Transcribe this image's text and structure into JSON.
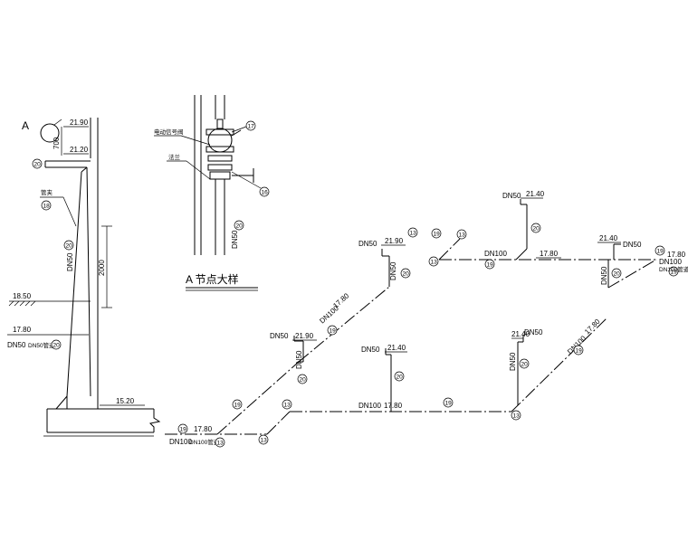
{
  "section": {
    "detail_marker": "A",
    "elev_top": "21.90",
    "elev_mid": "21.20",
    "dim_700": "700",
    "dim_2000": "2000",
    "elev_ground": "18.50",
    "elev_pipe": "17.80",
    "elev_base": "15.20",
    "pipe_dn": "DN50",
    "pipe_label": "DN50",
    "pipe_note": "DN50管道",
    "leader_label": "管夹",
    "tags": {
      "t20a": "20",
      "t18": "18",
      "t20b": "20",
      "t20c": "20"
    }
  },
  "detail": {
    "title": "A 节点大样",
    "label_top": "电动信号阀",
    "label_mid": "法兰",
    "pipe": "DN50",
    "tags": {
      "t17": "17",
      "t16": "16",
      "t20": "20"
    }
  },
  "iso": {
    "riser_left_top": {
      "dn": "DN50",
      "elev": "21.90",
      "vert": "DN50",
      "tag": "20"
    },
    "riser_left_bottom": {
      "dn": "DN50",
      "elev": "21.90",
      "vert": "DN50",
      "tag": "20"
    },
    "riser_center_top": {
      "dn": "DN50",
      "elev": "21.40",
      "tag": "20"
    },
    "riser_center_bottom": {
      "dn": "DN50",
      "elev": "21.40",
      "tag": "20"
    },
    "riser_right_top": {
      "dn": "DN50",
      "elev": "21.40",
      "vert": "DN50",
      "tag": "20"
    },
    "riser_right_bottom": {
      "dn": "DN50",
      "elev": "21.40",
      "vert": "DN50",
      "tag": "20"
    },
    "main_top": {
      "dn": "DN100",
      "elev": "17.80",
      "right_dn": "DN100",
      "right_elev": "17.80",
      "right_note": "DN100管道"
    },
    "main_bottom": {
      "dn": "DN100",
      "elev": "17.80"
    },
    "diag_left": {
      "dn": "DN100",
      "elev": "17.80"
    },
    "diag_right": {
      "dn": "DN100",
      "elev": "17.80"
    },
    "inlet": {
      "elev": "17.80",
      "note": "DN100管道"
    },
    "tags": {
      "t13a": "13",
      "t19a": "19",
      "t13b": "13",
      "t13c": "13",
      "t19b": "19",
      "t19c": "19",
      "t19d": "19",
      "t19e": "19",
      "t13d": "13",
      "t13e": "13",
      "t19f": "19",
      "t19g": "19",
      "t13f": "13",
      "t19h": "19",
      "t19i": "19",
      "t19j": "19",
      "t13g": "13"
    }
  }
}
